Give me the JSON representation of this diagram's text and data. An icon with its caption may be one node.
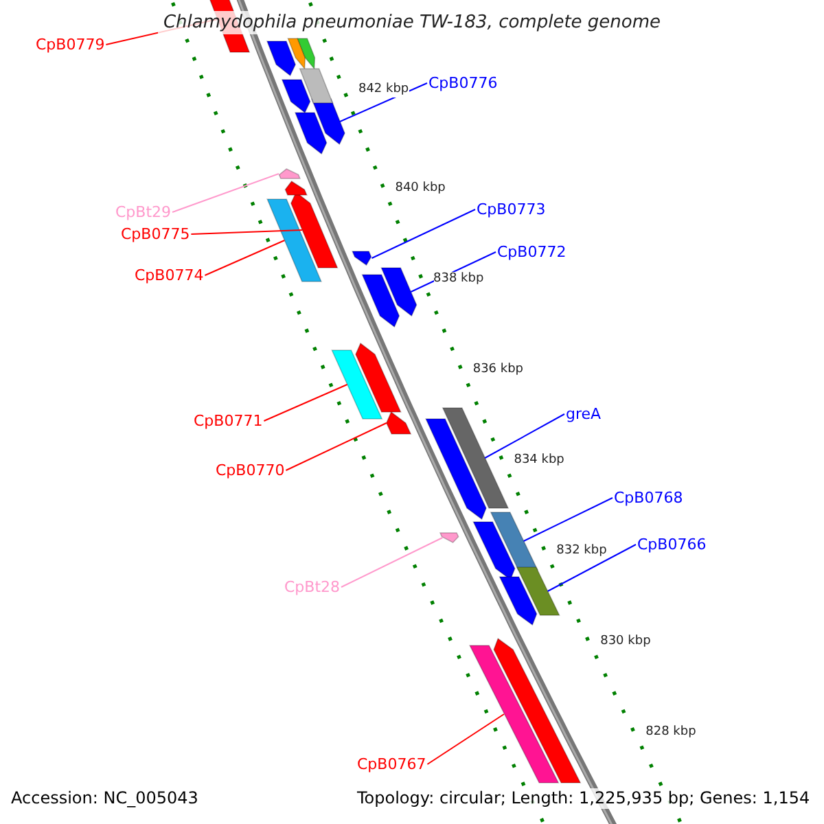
{
  "diagram": {
    "title": "Chlamydophila pneumoniae TW-183, complete genome",
    "nodes": [
      {
        "text": [
          "CpB0779"
        ]
      },
      {
        "text": [],
        "shape": "bar"
      },
      {
        "text": [
          "CpB0776"
        ]
      },
      {
        "text": [],
        "shape": "bar"
      },
      {
        "text": [
          "CpB0773"
        ]
      },
      {
        "text": [],
        "shape": "bar"
      },
      {
        "text": [
          "CpBt29"
        ]
      },
      {
        "text": [],
        "shape": "bar"
      },
      {
        "text": [
          "CpB0775"
        ]
      },
      {
        "text": [],
        "shape": "bar"
      },
      {
        "text": [
          "CpB0772"
        ]
      },
      {
        "text": [],
        "shape": "bar"
      },
      {
        "text": [
          "CpB0774"
        ]
      },
      {
        "text": [],
        "shape": "bar"
      },
      {
        "text": [
          "greA"
        ]
      },
      {
        "text": [],
        "shape": "bar"
      },
      {
        "text": [
          "CpB0771"
        ]
      },
      {
        "text": [],
        "shape": "bar"
      },
      {
        "text": [
          "CpB0770"
        ]
      },
      {
        "text": [],
        "shape": "bar"
      },
      {
        "text": [
          "CpB0768"
        ]
      },
      {
        "text": [],
        "shape": "bar"
      },
      {
        "text": [
          "CpB0766"
        ]
      },
      {
        "text": [],
        "shape": "bar"
      },
      {
        "text": [
          "CpBt28"
        ]
      },
      {
        "text": [],
        "shape": "bar"
      },
      {
        "text": [
          "CpB0767"
        ]
      },
      {
        "text": [],
        "shape": "bar"
      },
      {
        "text": [],
        "shape": "bar"
      },
      {
        "text": [],
        "shape": "bar"
      },
      {
        "text": [],
        "shape": "bar"
      },
      {
        "text": [],
        "shape": "bar"
      },
      {
        "text": [],
        "shape": "bar"
      },
      {
        "text": [],
        "shape": "bar"
      },
      {
        "text": [],
        "shape": "bar"
      },
      {
        "text": [],
        "shape": "bar"
      },
      {
        "text": [],
        "shape": "bar"
      },
      {
        "text": [],
        "shape": "bar"
      },
      {
        "text": [],
        "shape": "bar"
      },
      {
        "text": [],
        "shape": "bar"
      },
      {
        "text": [],
        "shape": "bar"
      }
    ],
    "edges": [
      {
        "from": 0,
        "to": 1,
        "arrow": "none",
        "color": "#ff0000"
      },
      {
        "from": 2,
        "to": 3,
        "arrow": "none",
        "color": "#0000ff"
      },
      {
        "from": 4,
        "to": 5,
        "arrow": "none",
        "color": "#0000ff"
      },
      {
        "from": 6,
        "to": 7,
        "arrow": "none",
        "color": "#ff99cc"
      },
      {
        "from": 8,
        "to": 9,
        "arrow": "none",
        "color": "#ff0000"
      },
      {
        "from": 10,
        "to": 11,
        "arrow": "none",
        "color": "#0000ff"
      },
      {
        "from": 12,
        "to": 13,
        "arrow": "none",
        "color": "#ff0000"
      },
      {
        "from": 14,
        "to": 15,
        "arrow": "none",
        "color": "#0000ff"
      },
      {
        "from": 16,
        "to": 17,
        "arrow": "none",
        "color": "#ff0000"
      },
      {
        "from": 18,
        "to": 19,
        "arrow": "none",
        "color": "#ff0000"
      },
      {
        "from": 20,
        "to": 21,
        "arrow": "none",
        "color": "#0000ff"
      },
      {
        "from": 22,
        "to": 23,
        "arrow": "none",
        "color": "#0000ff"
      },
      {
        "from": 24,
        "to": 25,
        "arrow": "none",
        "color": "#ff99cc"
      },
      {
        "from": 26,
        "to": 27,
        "arrow": "none",
        "color": "#ff0000"
      }
    ],
    "labels": [
      "842 kbp",
      "840 kbp",
      "838 kbp",
      "836 kbp",
      "834 kbp",
      "832 kbp",
      "830 kbp",
      "828 kbp",
      "Accession: NC_005043",
      "Topology: circular; Length: 1,225,935 bp; Genes: 1,154"
    ]
  }
}
